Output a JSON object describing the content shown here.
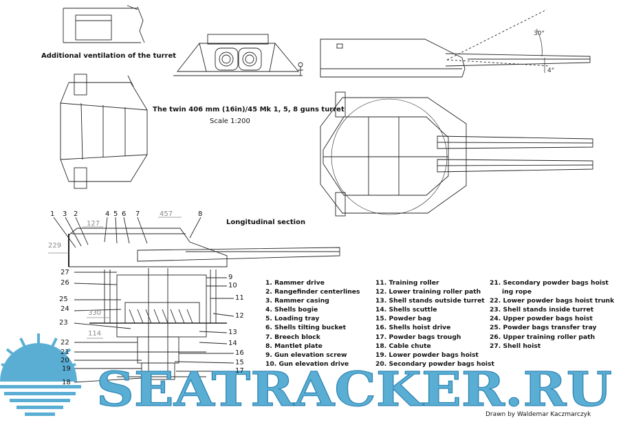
{
  "captions": {
    "ventilation": "Additional ventilation of the turret",
    "title": "The twin 406 mm (16in)/45 Mk 1, 5, 8 guns turret",
    "scale": "Scale 1:200",
    "section": "Longitudinal section",
    "credit": "Drawn by Waldemar Kaczmarczyk"
  },
  "angles": {
    "elevation": "30°",
    "depression": "4°"
  },
  "dimensions": {
    "d127": "127",
    "d457": "457",
    "d229": "229",
    "d330": "330",
    "d114": "114"
  },
  "callout_numbers": [
    "1",
    "2",
    "3",
    "4",
    "5",
    "6",
    "7",
    "8",
    "9",
    "10",
    "11",
    "12",
    "13",
    "14",
    "15",
    "16",
    "17",
    "18",
    "19",
    "20",
    "21",
    "22",
    "23",
    "24",
    "25",
    "26",
    "27"
  ],
  "legend": [
    "1. Rammer drive",
    "2. Rangefinder centerlines",
    "3. Rammer casing",
    "4. Shells bogie",
    "5. Loading tray",
    "6. Shells tilting bucket",
    "7. Breech block",
    "8. Mantlet plate",
    "9. Gun elevation screw",
    "10. Gun elevation drive",
    "11. Training roller",
    "12. Lower training roller path",
    "13. Shell stands outside turret",
    "14. Shells scuttle",
    "15. Powder bag",
    "16. Shells hoist drive",
    "17. Powder bags trough",
    "18. Cable chute",
    "19. Lower powder bags hoist",
    "20. Secondary powder bags hoist",
    "21. Secondary powder bags hoist",
    "ing rope",
    "22. Lower powder bags hoist trunk",
    "23. Shell stands inside turret",
    "24. Upper powder bags hoist",
    "25. Powder bags transfer tray",
    "26. Upper training roller path",
    "27. Shell hoist"
  ],
  "watermark": "SEATRACKER.RU",
  "colors": {
    "watermark": "#5aaed4",
    "ink": "#111111",
    "dimension": "#888888"
  }
}
